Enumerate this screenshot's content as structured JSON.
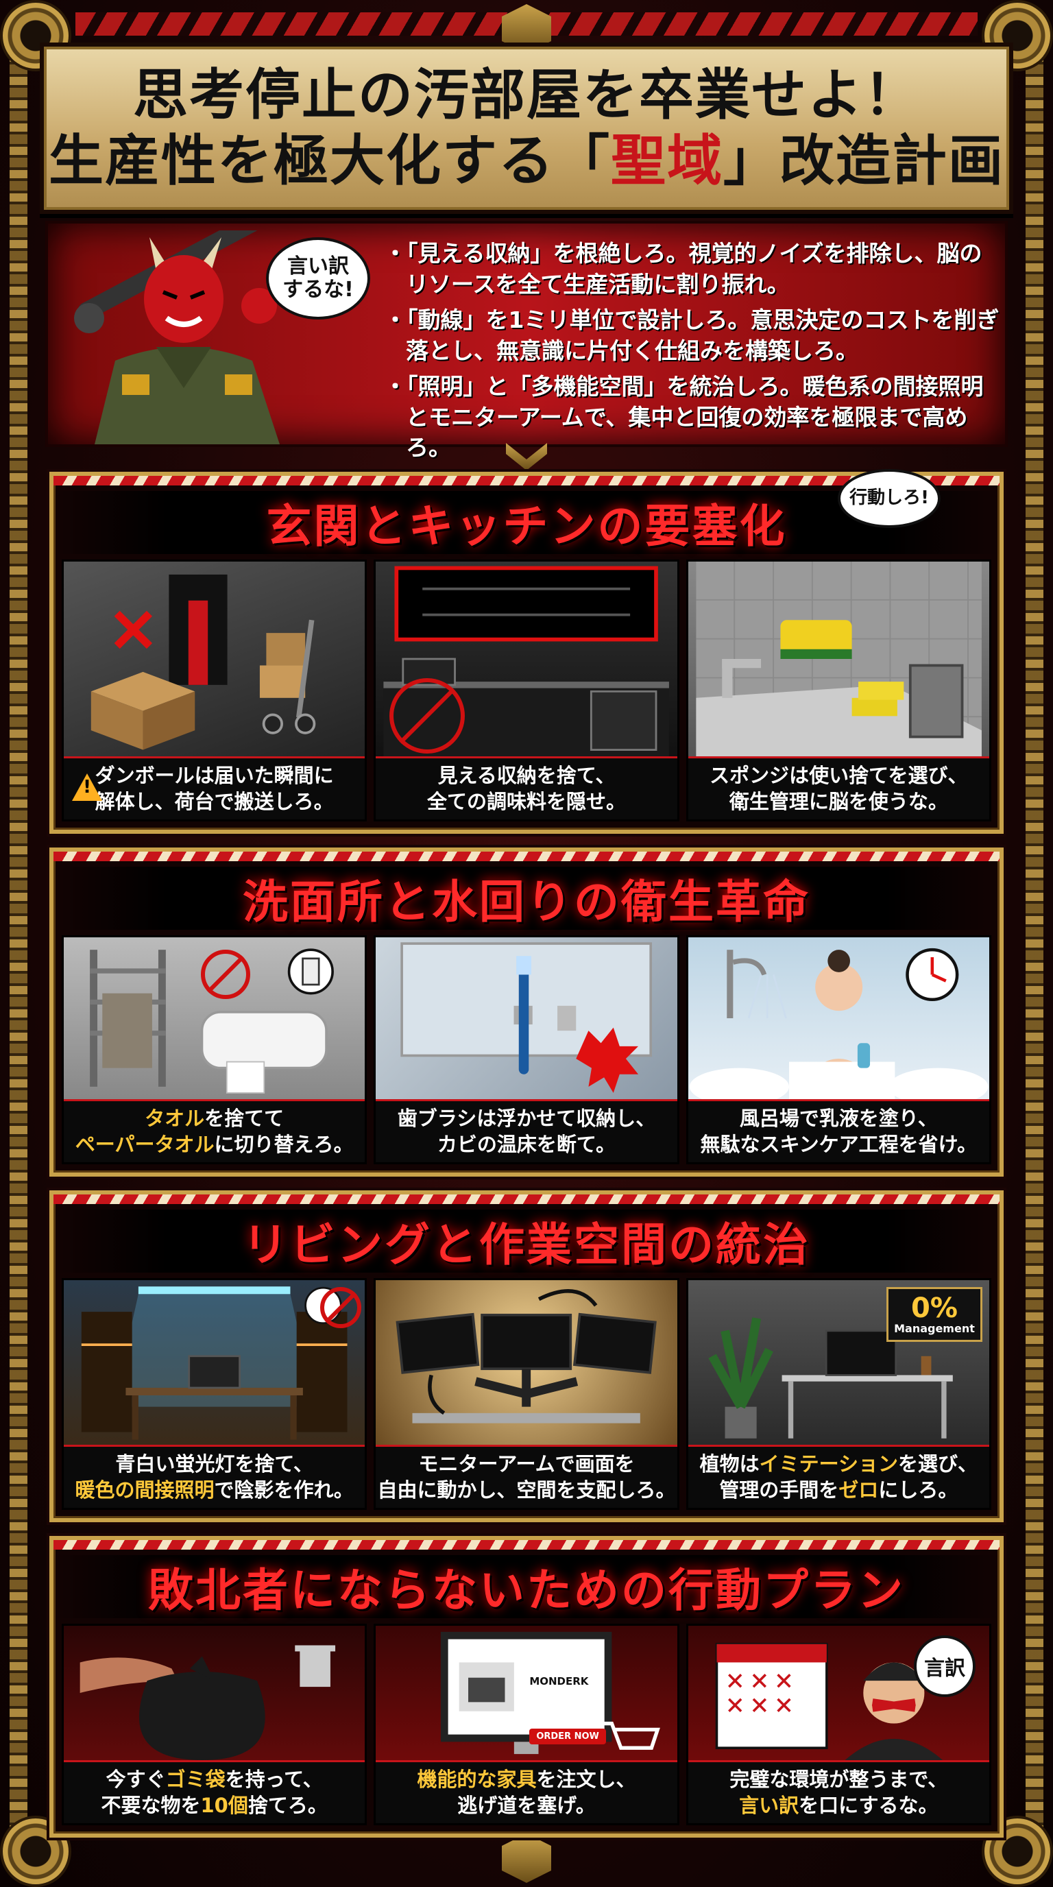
{
  "title": {
    "line1": "思考停止の汚部屋を卒業せよ！",
    "line2_pre": "生産性を極大化する「",
    "line2_hl": "聖域",
    "line2_post": "」改造計画"
  },
  "intro": {
    "bubble": "言い訳\nするな!",
    "bullets": [
      "・「見える収納」を根絶しろ。視覚的ノイズを排除し、脳のリソースを全て生産活動に割り振れ。",
      "・「動線」を1ミリ単位で設計しろ。意思決定のコストを削ぎ落とし、無意識に片付く仕組みを構築しろ。",
      "・「照明」と「多機能空間」を統治しろ。暖色系の間接照明とモニターアームで、集中と回復の効率を極限まで高めろ。"
    ]
  },
  "sections": [
    {
      "title": "玄関とキッチンの要塞化",
      "bubble": "行動しろ!",
      "panels": [
        {
          "cap": [
            "ダンボールは届いた瞬間に",
            "解体し、荷台で搬送しろ。"
          ]
        },
        {
          "cap": [
            "見える収納を捨て、",
            "全ての調味料を隠せ。"
          ]
        },
        {
          "cap": [
            "スポンジは使い捨てを選び、",
            "衛生管理に脳を使うな。"
          ]
        }
      ]
    },
    {
      "title": "洗面所と水回りの衛生革命",
      "panels": [
        {
          "cap_hl1": "タオル",
          "cap_t1": "を捨てて",
          "cap_hl2": "ペーパータオル",
          "cap_t2": "に切り替えろ。"
        },
        {
          "cap": [
            "歯ブラシは浮かせて収納し、",
            "カビの温床を断て。"
          ]
        },
        {
          "cap": [
            "風呂場で乳液を塗り、",
            "無駄なスキンケア工程を省け。"
          ]
        }
      ]
    },
    {
      "title": "リビングと作業空間の統治",
      "pct": {
        "n": "0%",
        "s": "Management"
      },
      "panels": [
        {
          "cap_t1": "青白い蛍光灯を捨て、",
          "cap_hl2": "暖色の間接照明",
          "cap_t2": "で陰影を作れ。"
        },
        {
          "cap": [
            "モニターアームで画面を",
            "自由に動かし、空間を支配しろ。"
          ]
        },
        {
          "cap_t1a": "植物は",
          "cap_hl1": "イミテーション",
          "cap_t1b": "を選び、",
          "cap_t2a": "管理の手間を",
          "cap_hl2": "ゼロ",
          "cap_t2b": "にしろ。"
        }
      ]
    },
    {
      "title": "敗北者にならないための行動プラン",
      "panels": [
        {
          "cap_t1a": "今すぐ",
          "cap_hl1": "ゴミ袋",
          "cap_t1b": "を持って、",
          "cap_t2a": "不要な物を",
          "cap_hl2": "10個",
          "cap_t2b": "捨てろ。"
        },
        {
          "brand": "MONDERK",
          "order": "ORDER NOW",
          "cap_hl1": "機能的な家具",
          "cap_t1b": "を注文し、",
          "cap_t2a": "逃げ道を塞げ。"
        },
        {
          "nosay": "言訳",
          "cap_t1a": "完璧な環境が整うまで、",
          "cap_hl2": "言い訳",
          "cap_t2b": "を口にするな。"
        }
      ]
    }
  ],
  "colors": {
    "accent": "#c8141a",
    "gold": "#c9a24a",
    "highlight": "#ffc83a"
  }
}
